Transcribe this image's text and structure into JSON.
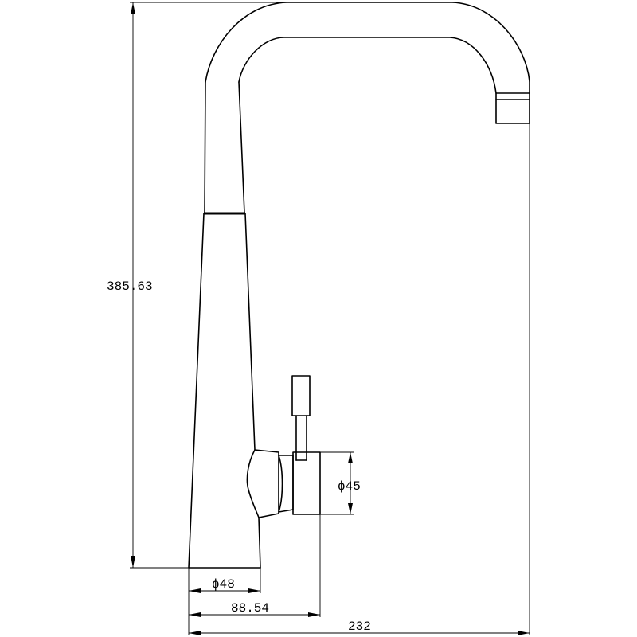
{
  "dimensions": {
    "height_total": "385.63",
    "base_diameter": "ϕ48",
    "body_diameter": "ϕ45",
    "handle_offset": "88.54",
    "spout_reach": "232"
  }
}
